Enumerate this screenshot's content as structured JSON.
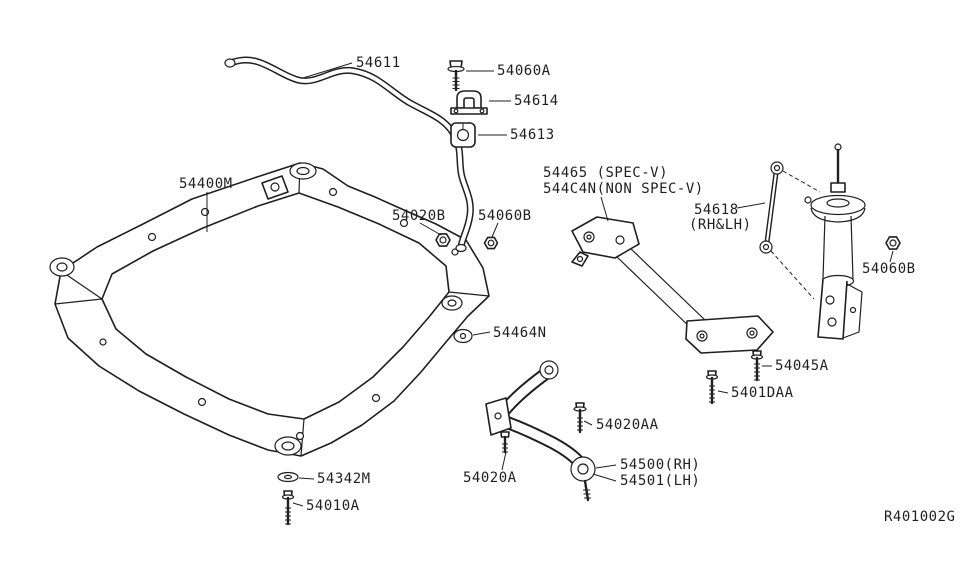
{
  "diagram": {
    "ref_code": "R401002G",
    "labels": {
      "stabilizer_bar": "54611",
      "stab_bolt": "54060A",
      "stab_bracket": "54614",
      "stab_bushing": "54613",
      "subframe": "54400M",
      "nut_left": "54020B",
      "nut_mid": "54060B",
      "crossbar_spec_v": "54465 (SPEC-V)",
      "crossbar_non_spec_v": "544C4N(NON SPEC-V)",
      "stab_link": "54618",
      "stab_link_side": "(RH&LH)",
      "nut_right": "54060B",
      "washer_front": "54464N",
      "bolt_45a": "54045A",
      "bolt_10daa": "5401DAA",
      "bolt_20aa": "54020AA",
      "bolt_20a": "54020A",
      "control_arm_rh": "54500(RH)",
      "control_arm_lh": "54501(LH)",
      "stopper_washer": "54342M",
      "bolt_10a": "54010A"
    }
  }
}
